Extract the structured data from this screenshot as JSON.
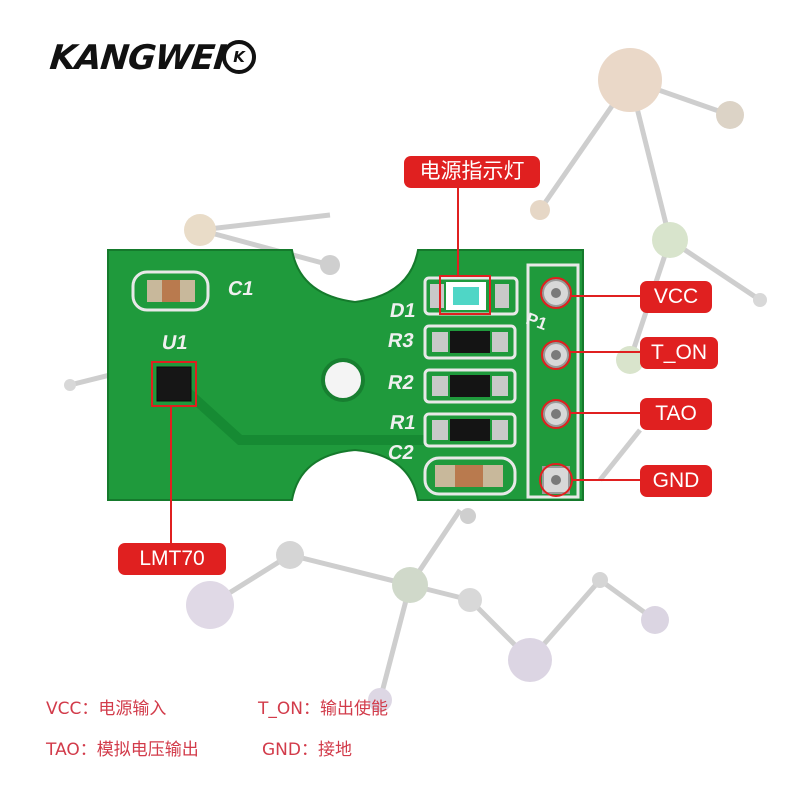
{
  "brand": {
    "name": "KANGWEI",
    "badge": "K"
  },
  "callouts": {
    "led": "电源指示灯",
    "chip": "LMT70",
    "pins": [
      {
        "label": "VCC"
      },
      {
        "label": "T_ON"
      },
      {
        "label": "TAO"
      },
      {
        "label": "GND"
      }
    ]
  },
  "silkscreen": {
    "c1": "C1",
    "u1": "U1",
    "d1": "D1",
    "r3": "R3",
    "r2": "R2",
    "r1": "R1",
    "c2": "C2",
    "p1": "P1"
  },
  "legend": {
    "vcc": "VCC：电源输入",
    "t_on": "T_ON：输出使能",
    "tao": "TAO：模拟电压输出",
    "gnd": "GND：接地"
  },
  "colors": {
    "pcb": "#1f9a3c",
    "callout": "#e02020",
    "legend_text": "#d23b4a"
  }
}
